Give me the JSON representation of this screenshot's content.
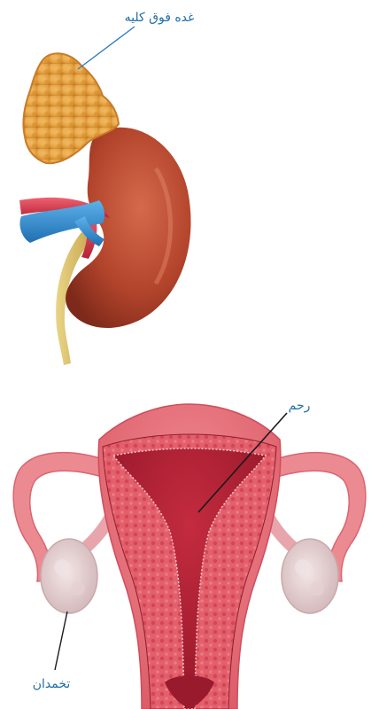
{
  "labels": {
    "adrenal_gland": "غده فوق کلیه",
    "uterus": "رحم",
    "ovary": "تخمدان"
  },
  "colors": {
    "label_text": "#1f6ea8",
    "leader_line_blue": "#2f7fc0",
    "leader_line_dark": "#1a1a1a",
    "kidney": "#b54a2f",
    "adrenal": "#e6a54a",
    "artery": "#d9364b",
    "vein": "#2f86c9",
    "ureter": "#d8bf6a",
    "uterus_wall": "#e8707a",
    "uterus_cavity": "#c8283c",
    "ovary": "#e7d4d4"
  }
}
